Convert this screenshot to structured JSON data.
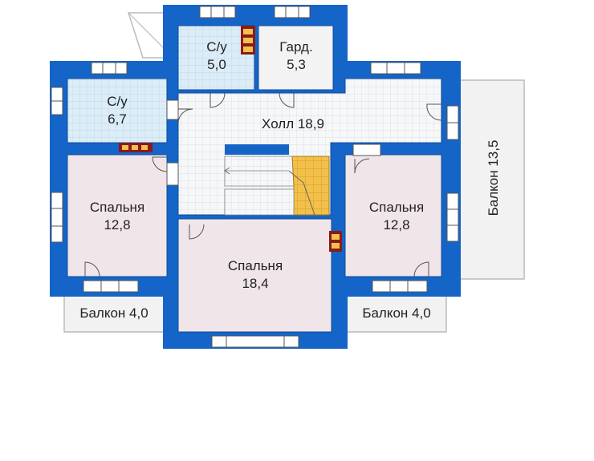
{
  "colors": {
    "wall": "#1565c8",
    "wall_inner": "#1a5fc0",
    "bath_tile": "#dcedf7",
    "floor_tile": "#f4f5f6",
    "bedroom": "#f0e6e9",
    "stairs": "#f3c04a",
    "chimney": "#8b1a1a",
    "balcony": "#f2f2f2"
  },
  "rooms": [
    {
      "key": "bath_top",
      "name": "С/у",
      "area": "5,0"
    },
    {
      "key": "wardrobe",
      "name": "Гард.",
      "area": "5,3"
    },
    {
      "key": "bath_left",
      "name": "С/у",
      "area": "6,7"
    },
    {
      "key": "hall",
      "name": "Холл 18,9",
      "area": ""
    },
    {
      "key": "bed_left",
      "name": "Спальня",
      "area": "12,8"
    },
    {
      "key": "bed_center",
      "name": "Спальня",
      "area": "18,4"
    },
    {
      "key": "bed_right",
      "name": "Спальня",
      "area": "12,8"
    }
  ],
  "balconies": {
    "left": "Балкон 4,0",
    "right": "Балкон 4,0",
    "east": "Балкон 13,5"
  }
}
